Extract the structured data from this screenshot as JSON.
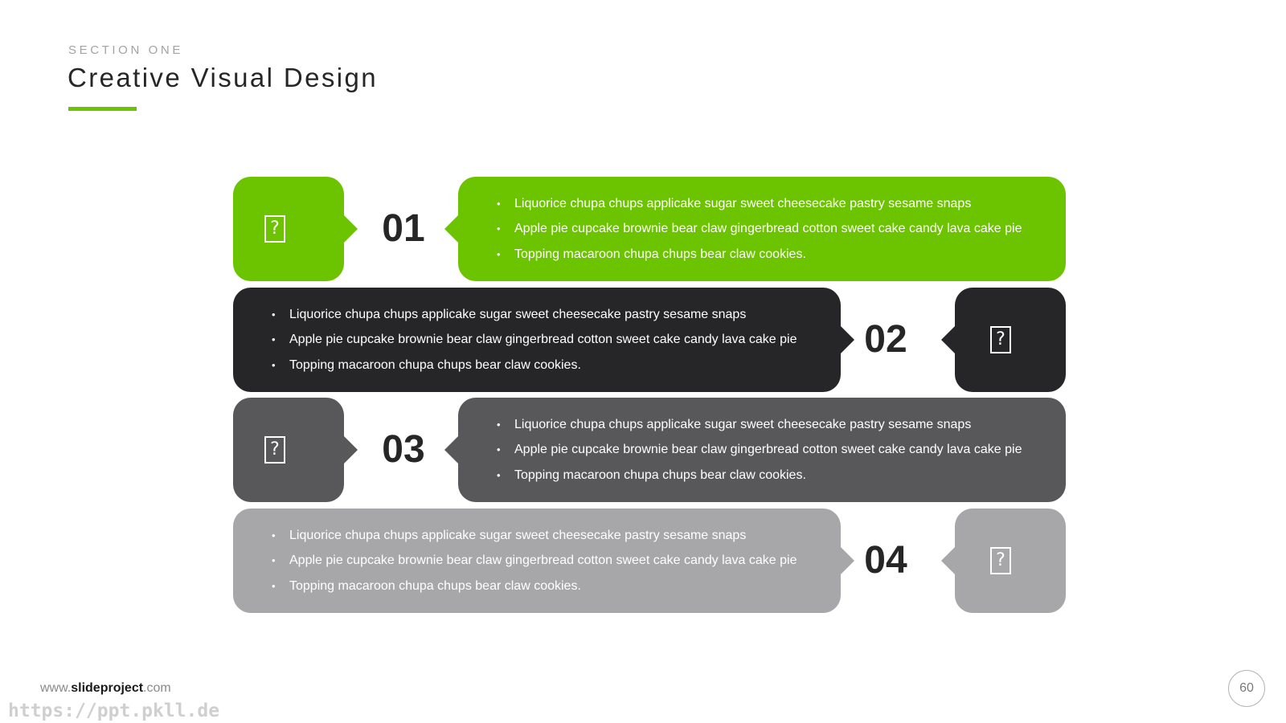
{
  "header": {
    "section_label": "SECTION ONE",
    "title": "Creative Visual Design",
    "accent_color": "#6cc400"
  },
  "rows": [
    {
      "number": "01",
      "color": "#6cc400",
      "icon": "missing-icon",
      "bullets": [
        "Liquorice chupa chups applicake  sugar sweet cheesecake pastry sesame snaps",
        "Apple pie cupcake brownie bear claw gingerbread cotton sweet cake candy lava cake pie",
        "Topping macaroon chupa chups bear claw  cookies."
      ]
    },
    {
      "number": "02",
      "color": "#262628",
      "icon": "missing-icon",
      "bullets": [
        "Liquorice chupa chups applicake  sugar sweet cheesecake pastry sesame snaps",
        "Apple pie cupcake brownie bear claw gingerbread cotton sweet cake candy lava cake pie",
        "Topping macaroon chupa chups bear claw  cookies."
      ]
    },
    {
      "number": "03",
      "color": "#58585a",
      "icon": "missing-icon",
      "bullets": [
        "Liquorice chupa chups applicake  sugar sweet cheesecake pastry sesame snaps",
        "Apple pie cupcake brownie bear claw gingerbread cotton sweet cake candy lava cake pie",
        "Topping macaroon chupa chups bear claw  cookies."
      ]
    },
    {
      "number": "04",
      "color": "#a7a7a9",
      "icon": "missing-icon",
      "bullets": [
        "Liquorice chupa chups applicake  sugar sweet cheesecake pastry sesame snaps",
        "Apple pie cupcake brownie bear claw gingerbread cotton sweet cake candy lava cake pie",
        "Topping macaroon chupa chups bear claw  cookies."
      ]
    }
  ],
  "footer": {
    "site_prefix": "www.",
    "site_brand": "slideproject",
    "site_suffix": ".com",
    "page_number": "60",
    "watermark": "https://ppt.pkll.de"
  }
}
